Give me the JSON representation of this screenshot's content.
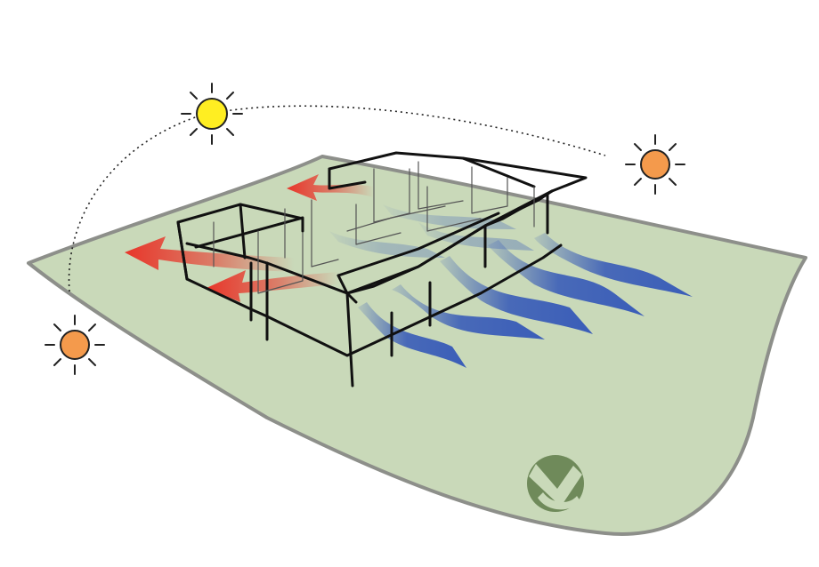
{
  "diagram": {
    "colors": {
      "ground_fill": "#c9d9b9",
      "ground_edge": "#8d8f8a",
      "sun_noon": "#ffee22",
      "sun_low": "#f49a4c",
      "warm_air": "#e8362a",
      "cool_air": "#3a5db8",
      "building_line": "#111111",
      "logo": "#6f8a5a"
    },
    "icons": [
      "sun-icon",
      "sun-icon",
      "sun-icon",
      "logo-mark"
    ],
    "cool_air_flows": 5,
    "warm_air_flows": 3
  }
}
